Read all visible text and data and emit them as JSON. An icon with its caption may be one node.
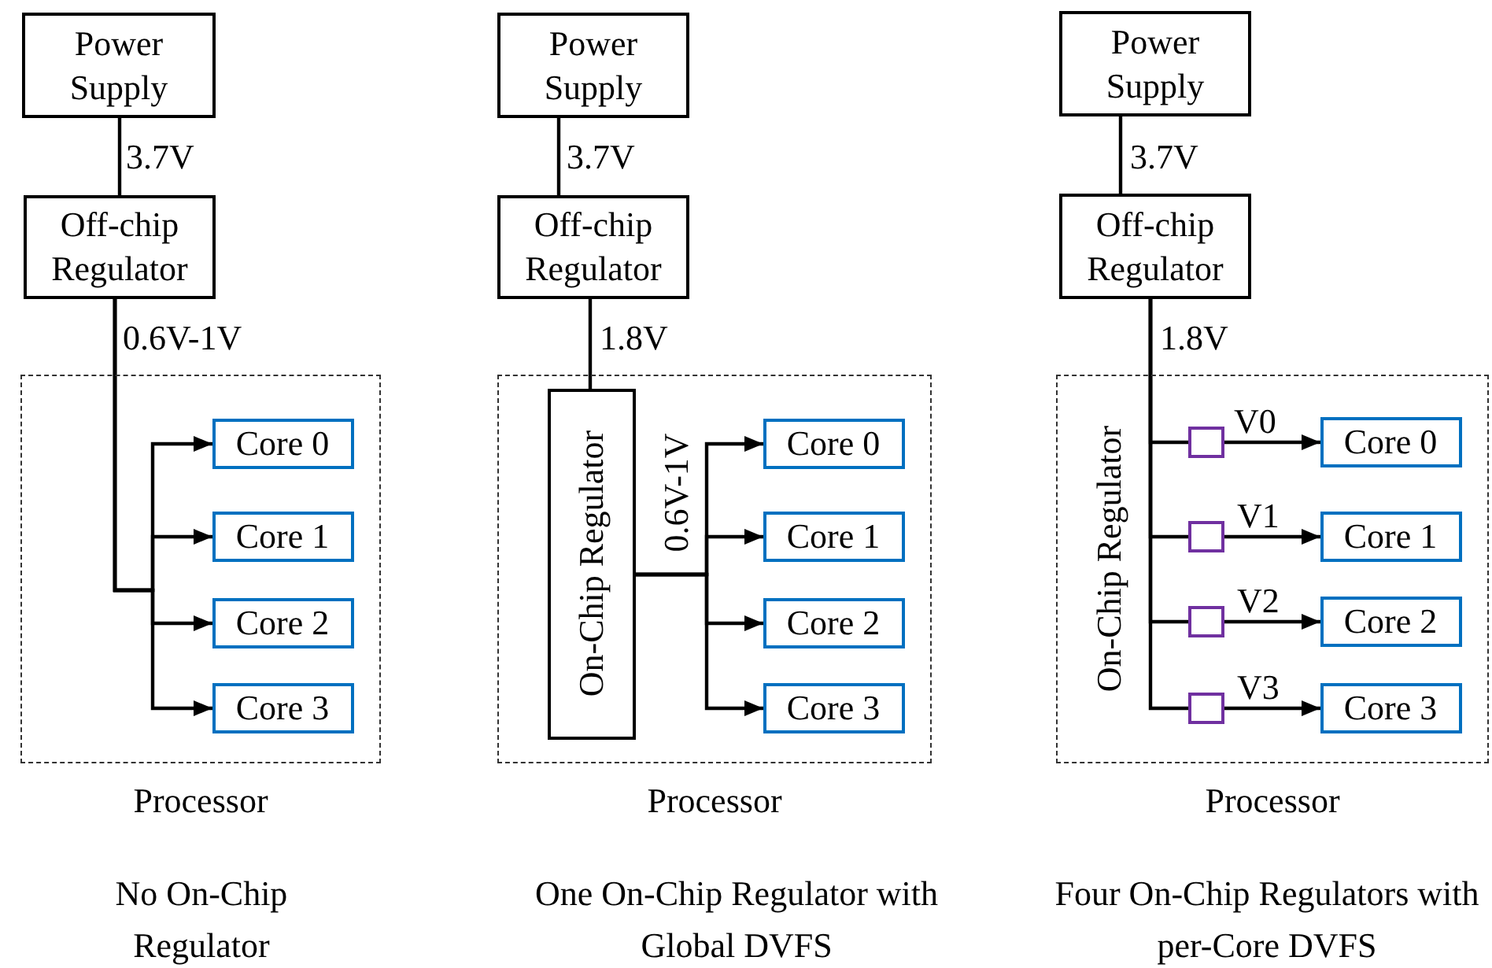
{
  "diagram": {
    "nodes": [
      {
        "text": [
          "Power Supply"
        ]
      },
      {
        "text": [
          "Off-chip Regulator"
        ]
      },
      {
        "text": [
          "Processor"
        ]
      },
      {
        "text": [
          "Core 0"
        ],
        "in": 2
      },
      {
        "text": [
          "Core 1"
        ],
        "in": 2
      },
      {
        "text": [
          "Core 2"
        ],
        "in": 2
      },
      {
        "text": [
          "Core 3"
        ],
        "in": 2
      },
      {
        "text": [
          "Power Supply"
        ]
      },
      {
        "text": [
          "Off-chip Regulator"
        ]
      },
      {
        "text": [
          "Processor"
        ]
      },
      {
        "text": [
          "On-Chip Regulator"
        ],
        "in": 9
      },
      {
        "text": [
          "Core 0"
        ],
        "in": 9
      },
      {
        "text": [
          "Core 1"
        ],
        "in": 9
      },
      {
        "text": [
          "Core 2"
        ],
        "in": 9
      },
      {
        "text": [
          "Core 3"
        ],
        "in": 9
      },
      {
        "text": [
          "Power Supply"
        ]
      },
      {
        "text": [
          "Off-chip Regulator"
        ]
      },
      {
        "text": [
          "Processor"
        ]
      },
      {
        "text": [],
        "shape": "box",
        "in": 17
      },
      {
        "text": [],
        "shape": "box",
        "in": 17
      },
      {
        "text": [],
        "shape": "box",
        "in": 17
      },
      {
        "text": [],
        "shape": "box",
        "in": 17
      },
      {
        "text": [
          "Core 0"
        ],
        "in": 17
      },
      {
        "text": [
          "Core 1"
        ],
        "in": 17
      },
      {
        "text": [
          "Core 2"
        ],
        "in": 17
      },
      {
        "text": [
          "Core 3"
        ],
        "in": 17
      }
    ],
    "edges": [
      {
        "from": 0,
        "to": 1,
        "arrow": "none",
        "label": "3.7V"
      },
      {
        "from": 1,
        "to": 3,
        "arrow": "to",
        "label": "0.6V-1V"
      },
      {
        "from": 1,
        "to": 4,
        "arrow": "to"
      },
      {
        "from": 1,
        "to": 5,
        "arrow": "to"
      },
      {
        "from": 1,
        "to": 6,
        "arrow": "to"
      },
      {
        "from": 7,
        "to": 8,
        "arrow": "none",
        "label": "3.7V"
      },
      {
        "from": 8,
        "to": 10,
        "arrow": "none",
        "label": "1.8V"
      },
      {
        "from": 10,
        "to": 11,
        "arrow": "to",
        "label": "0.6V-1V"
      },
      {
        "from": 10,
        "to": 12,
        "arrow": "to"
      },
      {
        "from": 10,
        "to": 13,
        "arrow": "to"
      },
      {
        "from": 10,
        "to": 14,
        "arrow": "to"
      },
      {
        "from": 15,
        "to": 16,
        "arrow": "none",
        "label": "3.7V"
      },
      {
        "from": 16,
        "to": 18,
        "arrow": "none",
        "label": "1.8V"
      },
      {
        "from": 16,
        "to": 19,
        "arrow": "none"
      },
      {
        "from": 16,
        "to": 20,
        "arrow": "none"
      },
      {
        "from": 16,
        "to": 21,
        "arrow": "none"
      },
      {
        "from": 18,
        "to": 22,
        "arrow": "to",
        "label": "V0"
      },
      {
        "from": 19,
        "to": 23,
        "arrow": "to",
        "label": "V1"
      },
      {
        "from": 20,
        "to": 24,
        "arrow": "to",
        "label": "V2"
      },
      {
        "from": 21,
        "to": 25,
        "arrow": "to",
        "label": "V3"
      }
    ],
    "labels": [
      "On-Chip Regulator",
      "No On-Chip Regulator",
      "One On-Chip Regulator with Global DVFS",
      "Four On-Chip Regulators with per-Core DVFS"
    ]
  }
}
